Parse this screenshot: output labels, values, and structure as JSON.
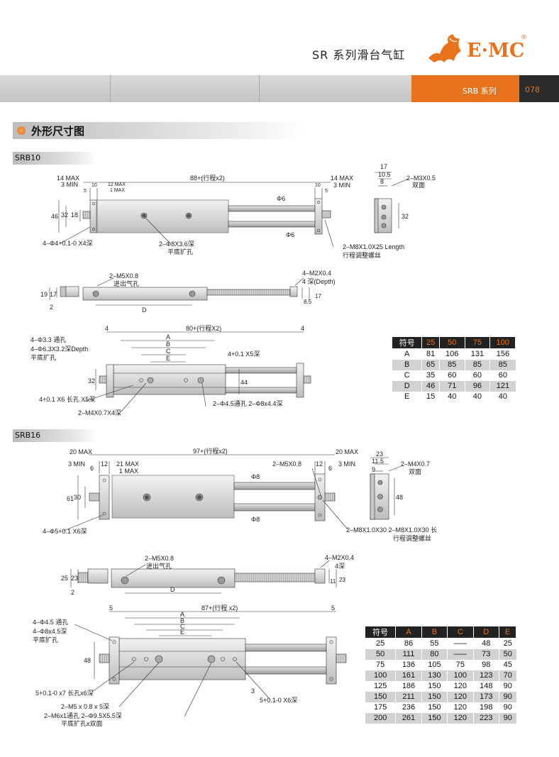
{
  "header": {
    "title": "SR 系列滑台气缸",
    "brand": "E·MC",
    "registered": "®",
    "series_tab": "SRB 系列",
    "page_number": "078"
  },
  "section_title": "外形尺寸图",
  "colors": {
    "accent": "#e8731e",
    "dark": "#2b2b2b",
    "band": "#cccccc"
  },
  "srb10": {
    "label": "SRB10",
    "top_view": {
      "dim_left_max": "14 MAX",
      "dim_left_min": "3 MIN",
      "dim_10": "10",
      "dim_5": "5",
      "dim_12max": "12 MAX",
      "dim_1max": "1 MAX",
      "dim_stroke": "88+(行程x2)",
      "dim_right_max": "14 MAX",
      "dim_right_min": "3 MIN",
      "dim_r10": "10",
      "dim_r5": "5",
      "dim_46": "46",
      "dim_32": "32",
      "dim_18": "18",
      "dim_phi6a": "Φ6",
      "dim_phi6b": "Φ6",
      "note_holes": "4–Φ4+0.1-0 X4深",
      "note_cbore": "2–Φ8X3.6深",
      "note_cbore2": "平底扩孔",
      "note_screw": "2–M8X1.0X25 Length",
      "note_screw2": "行程调整螺丝"
    },
    "end_view": {
      "dim_17": "17",
      "dim_105": "10.5",
      "dim_8": "8",
      "dim_32": "32",
      "note_tap": "2–M3X0.5",
      "note_tap2": "双面"
    },
    "side_view": {
      "note_port": "2–M5X0.8",
      "note_port2": "进出气孔",
      "note_tap": "4–M2X0.4",
      "note_tap2": "4 深(Depth)",
      "dim_19": "19",
      "dim_17": "17",
      "dim_2": "2",
      "dim_D": "D",
      "dim_85": "8.5",
      "dim_r17": "17"
    },
    "bottom_view": {
      "dim_4a": "4",
      "dim_stroke": "80+(行程X2)",
      "dim_4b": "4",
      "dim_A": "A",
      "dim_B": "B",
      "dim_C": "C",
      "dim_E": "E",
      "dim_32": "32",
      "dim_44": "44",
      "note_through": "4–Φ3.3 通孔",
      "note_cbore": "4–Φ6.3X3.2深Depth",
      "note_cbore2": "平底扩孔",
      "note_slot_top": "4+0.1 X5深",
      "note_slot": "4+0.1 X6 长孔 X5深",
      "note_holes": "2–Φ4.5通孔  2–Φ8x4.4深",
      "note_tap": "2–M4X0.7X4深"
    },
    "table": {
      "headers": [
        "符号",
        "25",
        "50",
        "75",
        "100"
      ],
      "rows": [
        [
          "A",
          "81",
          "106",
          "131",
          "156"
        ],
        [
          "B",
          "65",
          "85",
          "85",
          "85"
        ],
        [
          "C",
          "35",
          "60",
          "60",
          "60"
        ],
        [
          "D",
          "46",
          "71",
          "96",
          "121"
        ],
        [
          "E",
          "15",
          "40",
          "40",
          "40"
        ]
      ]
    }
  },
  "srb16": {
    "label": "SRB16",
    "top_view": {
      "dim_left_max": "20 MAX",
      "dim_left_min": "3 MIN",
      "dim_6": "6",
      "dim_12": "12",
      "dim_21max": "21 MAX",
      "dim_1max": "1 MAX",
      "dim_stroke": "97+(行程x2)",
      "dim_right_max": "20 MAX",
      "dim_right_min": "3 MIN",
      "dim_r12": "12",
      "dim_r6": "6",
      "dim_61": "61",
      "dim_30": "30",
      "dim_phi8a": "Φ8",
      "dim_phi8b": "Φ8",
      "note_port": "2–M5X0.8",
      "note_holes": "4–Φ5+0.1 X6深",
      "note_screw": "2–M8X1.0X30 2–M8X1.0X30 长",
      "note_screw2": "行程调整螺丝"
    },
    "end_view": {
      "dim_23": "23",
      "dim_115": "11.5",
      "dim_9": "9",
      "dim_48": "48",
      "note_tap": "2–M4X0.7",
      "note_tap2": "双面"
    },
    "side_view": {
      "note_port": "2–M5X0.8",
      "note_port2": "进出气孔",
      "note_tap": "4–M2X0.4",
      "note_tap2": "4深",
      "dim_25": "25",
      "dim_23": "23",
      "dim_2": "2",
      "dim_D": "D",
      "dim_11": "11",
      "dim_r23": "23"
    },
    "bottom_view": {
      "dim_5a": "5",
      "dim_stroke": "87+(行程 x2)",
      "dim_5b": "5",
      "dim_A": "A",
      "dim_B": "B",
      "dim_C": "C",
      "dim_E": "E",
      "dim_48": "48",
      "dim_3": "3",
      "note_through": "4–Φ4.5 通孔",
      "note_cbore": "4–Φ8x4.5深",
      "note_cbore2": "平底扩孔",
      "note_slot": "5+0.1-0 x7 长孔x6深",
      "note_slot2": "5+0.1-0 X6深",
      "note_tap": "2–M5 x 0.8 x 5深",
      "note_holes": "2–M6x1通孔  2–Φ9.5X5.5深",
      "note_holes2": "平底扩孔x双面"
    },
    "table": {
      "headers": [
        "符号",
        "A",
        "B",
        "C",
        "D",
        "E"
      ],
      "rows": [
        [
          "25",
          "86",
          "55",
          "–––",
          "48",
          "25"
        ],
        [
          "50",
          "111",
          "80",
          "–––",
          "73",
          "50"
        ],
        [
          "75",
          "136",
          "105",
          "75",
          "98",
          "45"
        ],
        [
          "100",
          "161",
          "130",
          "100",
          "123",
          "70"
        ],
        [
          "125",
          "186",
          "150",
          "120",
          "148",
          "90"
        ],
        [
          "150",
          "211",
          "150",
          "120",
          "173",
          "90"
        ],
        [
          "175",
          "236",
          "150",
          "120",
          "198",
          "90"
        ],
        [
          "200",
          "261",
          "150",
          "120",
          "223",
          "90"
        ]
      ]
    }
  }
}
